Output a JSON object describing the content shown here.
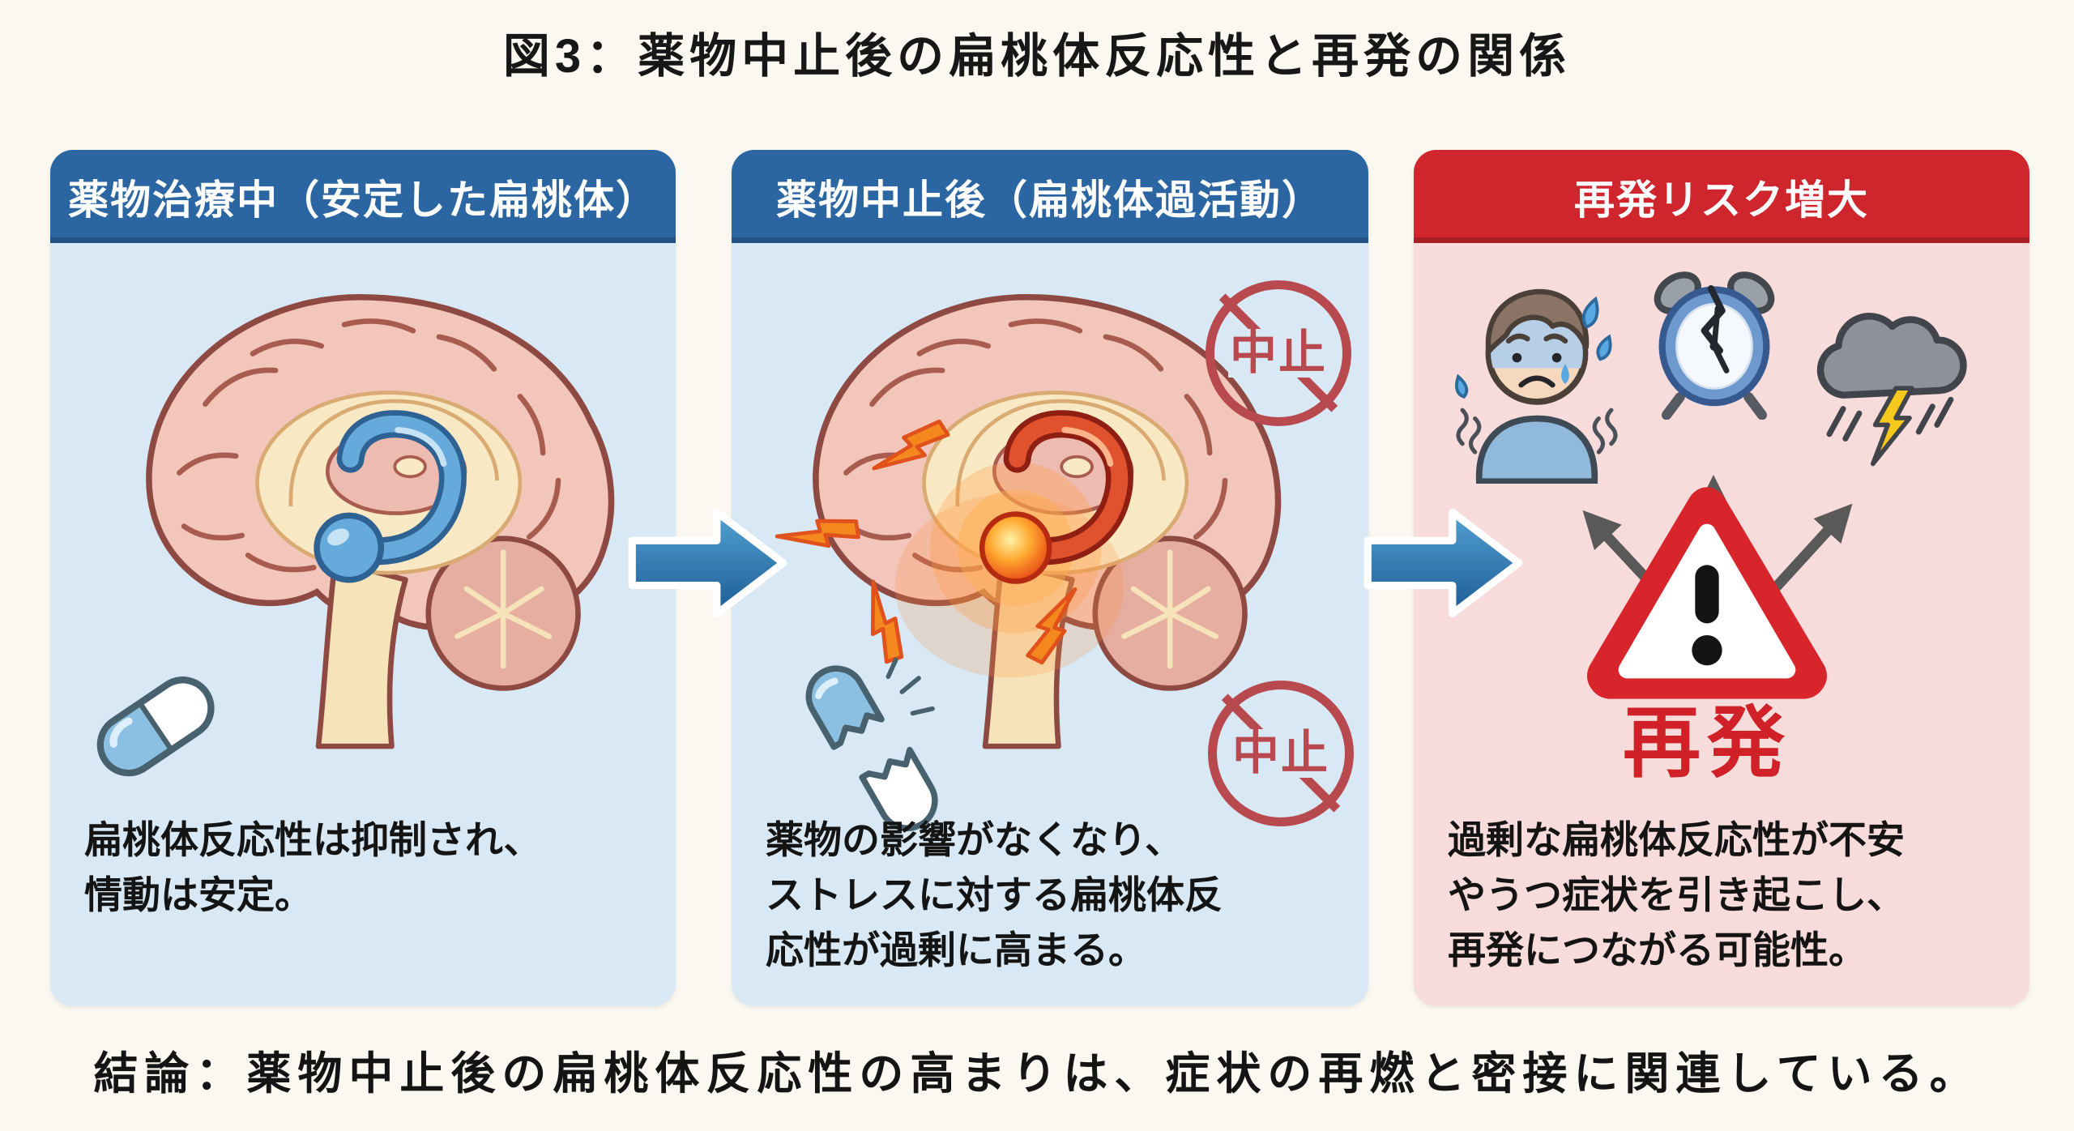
{
  "title": "図3：薬物中止後の扁桃体反応性と再発の関係",
  "panels": [
    {
      "header": "薬物治療中（安定した扁桃体）",
      "lines": [
        "扁桃体反応性は抑制され、",
        "情動は安定。"
      ]
    },
    {
      "header": "薬物中止後（扁桃体過活動）",
      "badge": "中止",
      "lines": [
        "薬物の影響がなくなり、",
        "ストレスに対する扁桃体反",
        "応性が過剰に高まる。"
      ]
    },
    {
      "header": "再発リスク増大",
      "warning_label": "再発",
      "lines": [
        "過剰な扁桃体反応性が不安",
        "やうつ症状を引き起こし、",
        "再発につながる可能性。"
      ]
    }
  ],
  "conclusion": "結論：薬物中止後の扁桃体反応性の高まりは、症状の再燃と密接に関連している。",
  "icons": [
    "brain-icon",
    "amygdala-icon",
    "capsule-pill-icon",
    "broken-pill-icon",
    "discontinue-stamp-icon",
    "flow-arrow-icon",
    "crying-person-icon",
    "broken-alarm-clock-icon",
    "storm-cloud-icon",
    "radiating-arrows-icon",
    "warning-triangle-icon"
  ],
  "colors": {
    "canvas_bg": "#fbf8f1",
    "header_blue": "#2b66a3",
    "header_red": "#ce262c",
    "panel_blue_bg": "#d8e9f5",
    "panel_pink_bg": "#f8dcdb",
    "flow_arrow_blue": "#2f74ae",
    "stamp_red": "#b8494e",
    "warning_red": "#d7252b",
    "relapse_text_red": "#cf2127",
    "calm_amygdala_blue": "#66aadb",
    "hyper_amygdala_orange": "#e0512e",
    "text": "#141414"
  }
}
